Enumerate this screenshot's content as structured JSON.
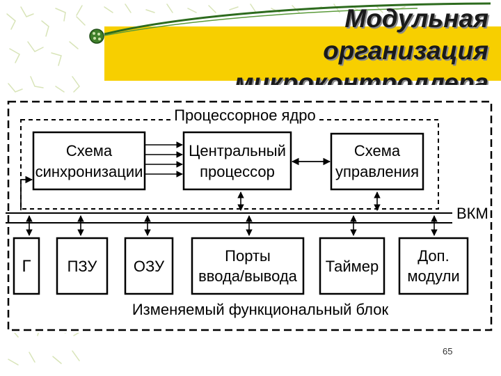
{
  "slide": {
    "title_lines": [
      "Модульная",
      "организация",
      "микроконтроллера"
    ],
    "page_number": "65"
  },
  "diagram": {
    "core_label": "Процессорное ядро",
    "bus_label": "ВКМ",
    "variable_block_label": "Изменяемый функциональный блок",
    "blocks": {
      "sync": [
        "Схема",
        "синхронизации"
      ],
      "cpu": [
        "Центральный",
        "процессор"
      ],
      "control": [
        "Схема",
        "управления"
      ],
      "generator": [
        "Г"
      ],
      "rom": [
        "ПЗУ"
      ],
      "ram": [
        "ОЗУ"
      ],
      "io_ports": [
        "Порты",
        "ввода/вывода"
      ],
      "timer": [
        "Таймер"
      ],
      "extra_modules": [
        "Доп.",
        "модули"
      ]
    }
  },
  "colors": {
    "band": "#f7cf00",
    "swoosh": "#2d6b1e",
    "pattern": "#d6e3b6"
  }
}
